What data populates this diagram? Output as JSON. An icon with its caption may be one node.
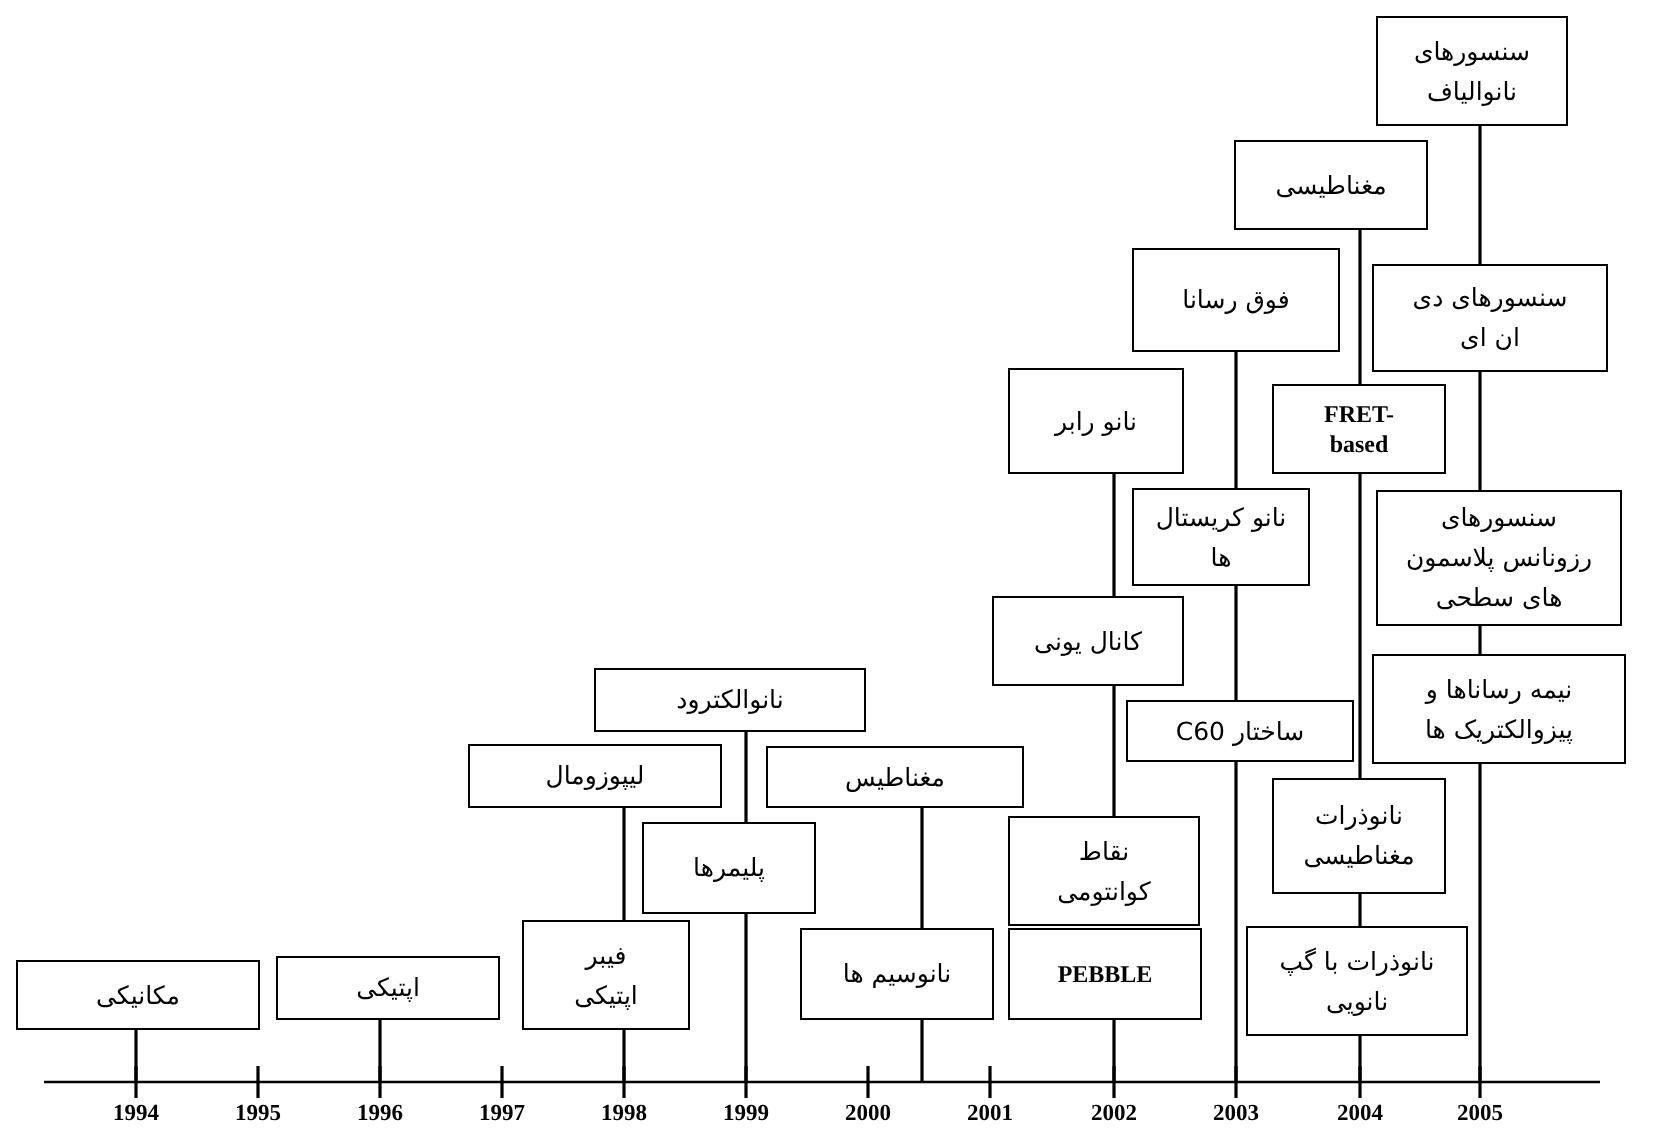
{
  "diagram": {
    "nodes": [
      {
        "text": [
          "مکانیکی"
        ]
      },
      {
        "text": [
          "اپتیکی"
        ]
      },
      {
        "text": [
          "لیپوزومال"
        ]
      },
      {
        "text": [
          "فیبر اپتیکی"
        ]
      },
      {
        "text": [
          "نانوالکترود"
        ]
      },
      {
        "text": [
          "پلیمرها"
        ]
      },
      {
        "text": [
          "مغناطیس"
        ]
      },
      {
        "text": [
          "نانوسیم ها"
        ]
      },
      {
        "text": [
          "نانو رابر"
        ]
      },
      {
        "text": [
          "کانال یونی"
        ]
      },
      {
        "text": [
          "نقاط کوانتومی"
        ]
      },
      {
        "text": [
          "PEBBLE"
        ]
      },
      {
        "text": [
          "فوق رسانا"
        ]
      },
      {
        "text": [
          "نانو کریستال ها"
        ]
      },
      {
        "text": [
          "ساختار C60"
        ]
      },
      {
        "text": [
          "مغناطیسی"
        ]
      },
      {
        "text": [
          "FRET-based"
        ]
      },
      {
        "text": [
          "نانوذرات مغناطیسی"
        ]
      },
      {
        "text": [
          "نانوذرات با گپ نانویی"
        ]
      },
      {
        "text": [
          "سنسورهای نانوالیاف"
        ]
      },
      {
        "text": [
          "سنسورهای دی ان ای"
        ]
      },
      {
        "text": [
          "سنسورهای رزونانس پلاسمون های سطحی"
        ]
      },
      {
        "text": [
          "نیمه رساناها و پیزوالکتریک ها"
        ]
      }
    ],
    "edges": [
      {
        "from": 0,
        "to": null,
        "arrow": "none"
      },
      {
        "from": 1,
        "to": null,
        "arrow": "none"
      },
      {
        "from": 2,
        "to": 3,
        "arrow": "none"
      },
      {
        "from": 3,
        "to": null,
        "arrow": "none"
      },
      {
        "from": 4,
        "to": 5,
        "arrow": "none"
      },
      {
        "from": 5,
        "to": null,
        "arrow": "none"
      },
      {
        "from": 6,
        "to": 7,
        "arrow": "none"
      },
      {
        "from": 7,
        "to": null,
        "arrow": "none"
      },
      {
        "from": 8,
        "to": 9,
        "arrow": "none"
      },
      {
        "from": 9,
        "to": 10,
        "arrow": "none"
      },
      {
        "from": 11,
        "to": null,
        "arrow": "none"
      },
      {
        "from": 12,
        "to": 13,
        "arrow": "none"
      },
      {
        "from": 13,
        "to": 14,
        "arrow": "none"
      },
      {
        "from": 14,
        "to": null,
        "arrow": "none"
      },
      {
        "from": 15,
        "to": 16,
        "arrow": "none"
      },
      {
        "from": 16,
        "to": 17,
        "arrow": "none"
      },
      {
        "from": 17,
        "to": 18,
        "arrow": "none"
      },
      {
        "from": 18,
        "to": null,
        "arrow": "none"
      },
      {
        "from": 19,
        "to": 20,
        "arrow": "none"
      },
      {
        "from": 20,
        "to": 21,
        "arrow": "none"
      },
      {
        "from": 21,
        "to": 22,
        "arrow": "none"
      },
      {
        "from": 22,
        "to": null,
        "arrow": "none"
      }
    ],
    "labels": [
      "1994",
      "1995",
      "1996",
      "1997",
      "1998",
      "1999",
      "2000",
      "2001",
      "2002",
      "2003",
      "2004",
      "2005"
    ]
  }
}
